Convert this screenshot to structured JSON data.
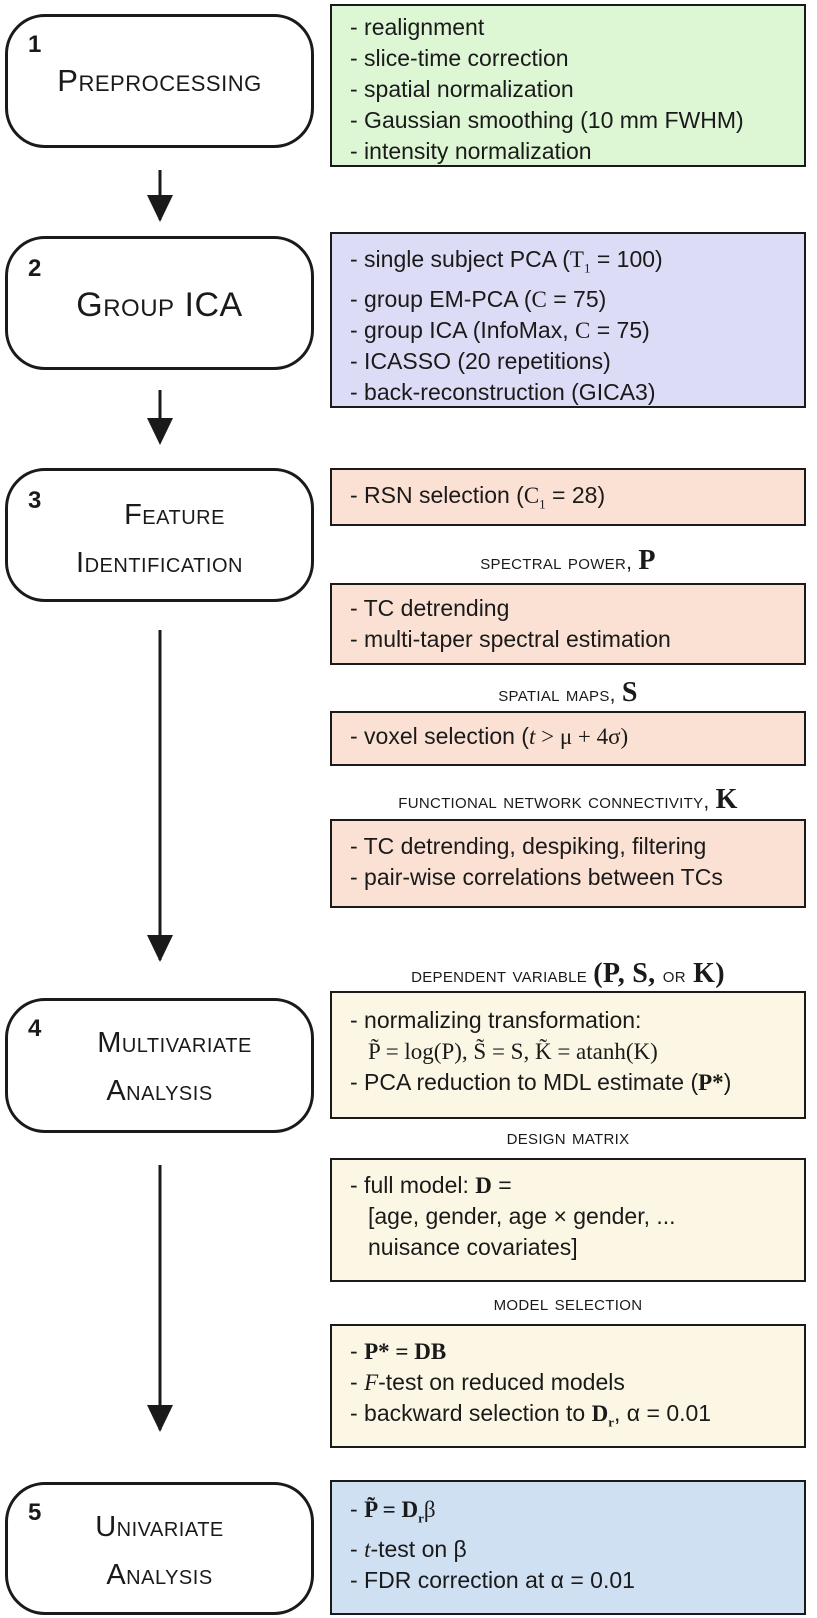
{
  "stages": [
    {
      "num": "1",
      "title": "Preprocessing"
    },
    {
      "num": "2",
      "title": "Group ICA"
    },
    {
      "num": "3",
      "title_lines": [
        "Feature",
        "Identification"
      ]
    },
    {
      "num": "4",
      "title_lines": [
        "Multivariate",
        "Analysis"
      ]
    },
    {
      "num": "5",
      "title_lines": [
        "Univariate",
        "Analysis"
      ]
    }
  ],
  "preprocessing": [
    "- realignment",
    "- slice-time correction",
    "- spatial normalization",
    "- Gaussian smoothing (10 mm FWHM)",
    "- intensity normalization"
  ],
  "group_ica": {
    "pca_pre": "- single subject PCA (",
    "pca_sym": "T",
    "pca_sub": "1",
    "pca_post": " = 100)",
    "empca_pre": "- group EM-PCA (",
    "empca_sym": "C",
    "empca_post": " = 75)",
    "ica_pre": "- group ICA (InfoMax, ",
    "ica_sym": "C",
    "ica_post": " = 75)",
    "icasso": "- ICASSO (20 repetitions)",
    "backrec": "- back-reconstruction (GICA3)"
  },
  "feature": {
    "rsn_pre": "- RSN selection (",
    "rsn_sym": "C",
    "rsn_sub": "1",
    "rsn_post": " = 28)",
    "spectral_head": "spectral power, ",
    "spectral_sym": "P",
    "spectral_items": [
      "- TC detrending",
      "- multi-taper spectral estimation"
    ],
    "maps_head": "spatial maps, ",
    "maps_sym": "S",
    "voxel_pre": "- voxel selection (",
    "voxel_t": "t",
    "voxel_post": " > μ + 4σ)",
    "fnc_head": "functional network connectivity, ",
    "fnc_sym": "K",
    "fnc_items": [
      "- TC detrending, despiking, filtering",
      "- pair-wise correlations between TCs"
    ]
  },
  "multivariate": {
    "dv_head_pre": "dependent variable ",
    "dv_head_sym": "(P, S, ",
    "dv_head_or": "or",
    "dv_head_end": " K)",
    "norm": "- normalizing transformation:",
    "norm_formula_p": "P̃ = log(P), S̃ = S, K̃ = atanh(K)",
    "pca_pre": "- PCA reduction to MDL estimate (",
    "pca_sym": "P*",
    "pca_post": ")",
    "design_head": "design matrix",
    "design_pre": "- full model: ",
    "design_sym": "D",
    "design_post": " =",
    "design_line2": "[age, gender, age × gender, ...",
    "design_line3": "nuisance covariates]",
    "model_head": "model selection",
    "model_eq": "P* = DB",
    "model_dash": "- ",
    "ftest_sym": "F",
    "ftest_post": "-test on reduced models",
    "back_pre": "- backward selection to ",
    "back_sym": "D",
    "back_sub": "r",
    "back_post": ", α = 0.01"
  },
  "univariate": {
    "eq_dash": "- ",
    "eq": "P̃ = D",
    "eq_sub": "r",
    "eq_beta": "β",
    "ttest_dash": "- ",
    "ttest_sym": "t",
    "ttest_post": "-test on β",
    "fdr": "- FDR correction at α = 0.01"
  },
  "colors": {
    "green": "#ddf6d4",
    "purple": "#dcdcf6",
    "salmon": "#fbe0d4",
    "cream": "#fcf6e4",
    "blue": "#cfe0f3"
  }
}
